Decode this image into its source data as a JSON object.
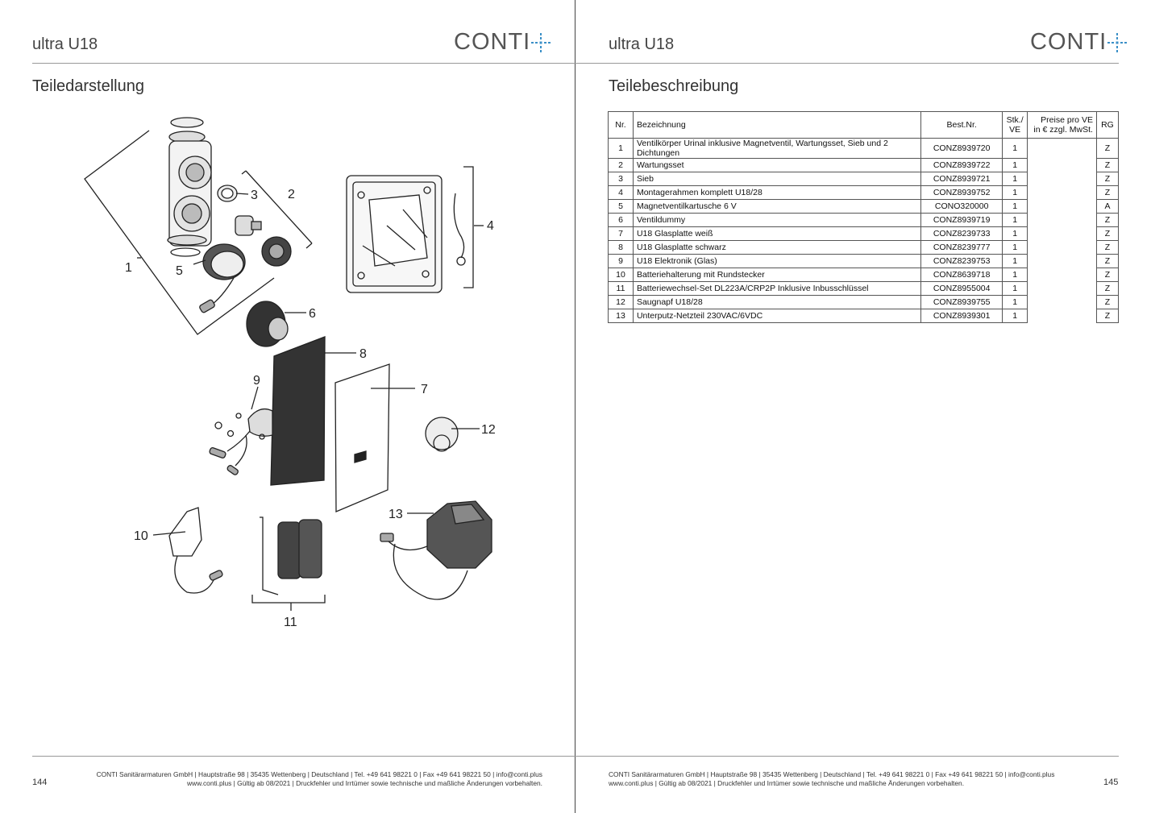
{
  "header": {
    "product": "ultra U18",
    "brand": "CONTI"
  },
  "left_page": {
    "section_title": "Teiledarstellung",
    "callouts": [
      "1",
      "2",
      "3",
      "4",
      "5",
      "6",
      "7",
      "8",
      "9",
      "10",
      "11",
      "12",
      "13"
    ],
    "page_number": "144"
  },
  "right_page": {
    "section_title": "Teilebeschreibung",
    "page_number": "145"
  },
  "footer": {
    "line1": "CONTI Sanitärarmaturen GmbH | Hauptstraße 98 | 35435 Wettenberg | Deutschland | Tel. +49 641 98221 0 | Fax +49 641 98221 50 | info@conti.plus",
    "line2": "www.conti.plus | Gültig ab 08/2021 | Druckfehler und Irrtümer sowie technische und maßliche Änderungen vorbehalten."
  },
  "table": {
    "headers": {
      "nr": "Nr.",
      "bezeichnung": "Bezeichnung",
      "bestnr": "Best.Nr.",
      "stk_1": "Stk./",
      "stk_2": "VE",
      "preis_1": "Preise pro VE",
      "preis_2": "in € zzgl. MwSt.",
      "rg": "RG"
    },
    "rows": [
      {
        "nr": "1",
        "bez": "Ventilkörper Urinal inklusive Magnetventil, Wartungsset, Sieb und 2 Dichtungen",
        "best": "CONZ8939720",
        "stk": "1",
        "preis": "",
        "rg": "Z"
      },
      {
        "nr": "2",
        "bez": "Wartungsset",
        "best": "CONZ8939722",
        "stk": "1",
        "preis": "",
        "rg": "Z"
      },
      {
        "nr": "3",
        "bez": "Sieb",
        "best": "CONZ8939721",
        "stk": "1",
        "preis": "",
        "rg": "Z"
      },
      {
        "nr": "4",
        "bez": "Montagerahmen komplett U18/28",
        "best": "CONZ8939752",
        "stk": "1",
        "preis": "",
        "rg": "Z"
      },
      {
        "nr": "5",
        "bez": "Magnetventilkartusche 6 V",
        "best": "CONO320000",
        "stk": "1",
        "preis": "",
        "rg": "A"
      },
      {
        "nr": "6",
        "bez": "Ventildummy",
        "best": "CONZ8939719",
        "stk": "1",
        "preis": "",
        "rg": "Z"
      },
      {
        "nr": "7",
        "bez": "U18 Glasplatte weiß",
        "best": "CONZ8239733",
        "stk": "1",
        "preis": "",
        "rg": "Z"
      },
      {
        "nr": "8",
        "bez": "U18 Glasplatte schwarz",
        "best": "CONZ8239777",
        "stk": "1",
        "preis": "",
        "rg": "Z"
      },
      {
        "nr": "9",
        "bez": "U18 Elektronik (Glas)",
        "best": "CONZ8239753",
        "stk": "1",
        "preis": "",
        "rg": "Z"
      },
      {
        "nr": "10",
        "bez": "Batteriehalterung mit Rundstecker",
        "best": "CONZ8639718",
        "stk": "1",
        "preis": "",
        "rg": "Z"
      },
      {
        "nr": "11",
        "bez": "Batteriewechsel-Set DL223A/CRP2P Inklusive Inbusschlüssel",
        "best": "CONZ8955004",
        "stk": "1",
        "preis": "",
        "rg": "Z"
      },
      {
        "nr": "12",
        "bez": "Saugnapf U18/28",
        "best": "CONZ8939755",
        "stk": "1",
        "preis": "",
        "rg": "Z"
      },
      {
        "nr": "13",
        "bez": "Unterputz-Netzteil 230VAC/6VDC",
        "best": "CONZ8939301",
        "stk": "1",
        "preis": "",
        "rg": "Z"
      }
    ]
  },
  "colors": {
    "logo_cross": "#3a8fc7",
    "text": "#222222",
    "rule": "#999999"
  }
}
